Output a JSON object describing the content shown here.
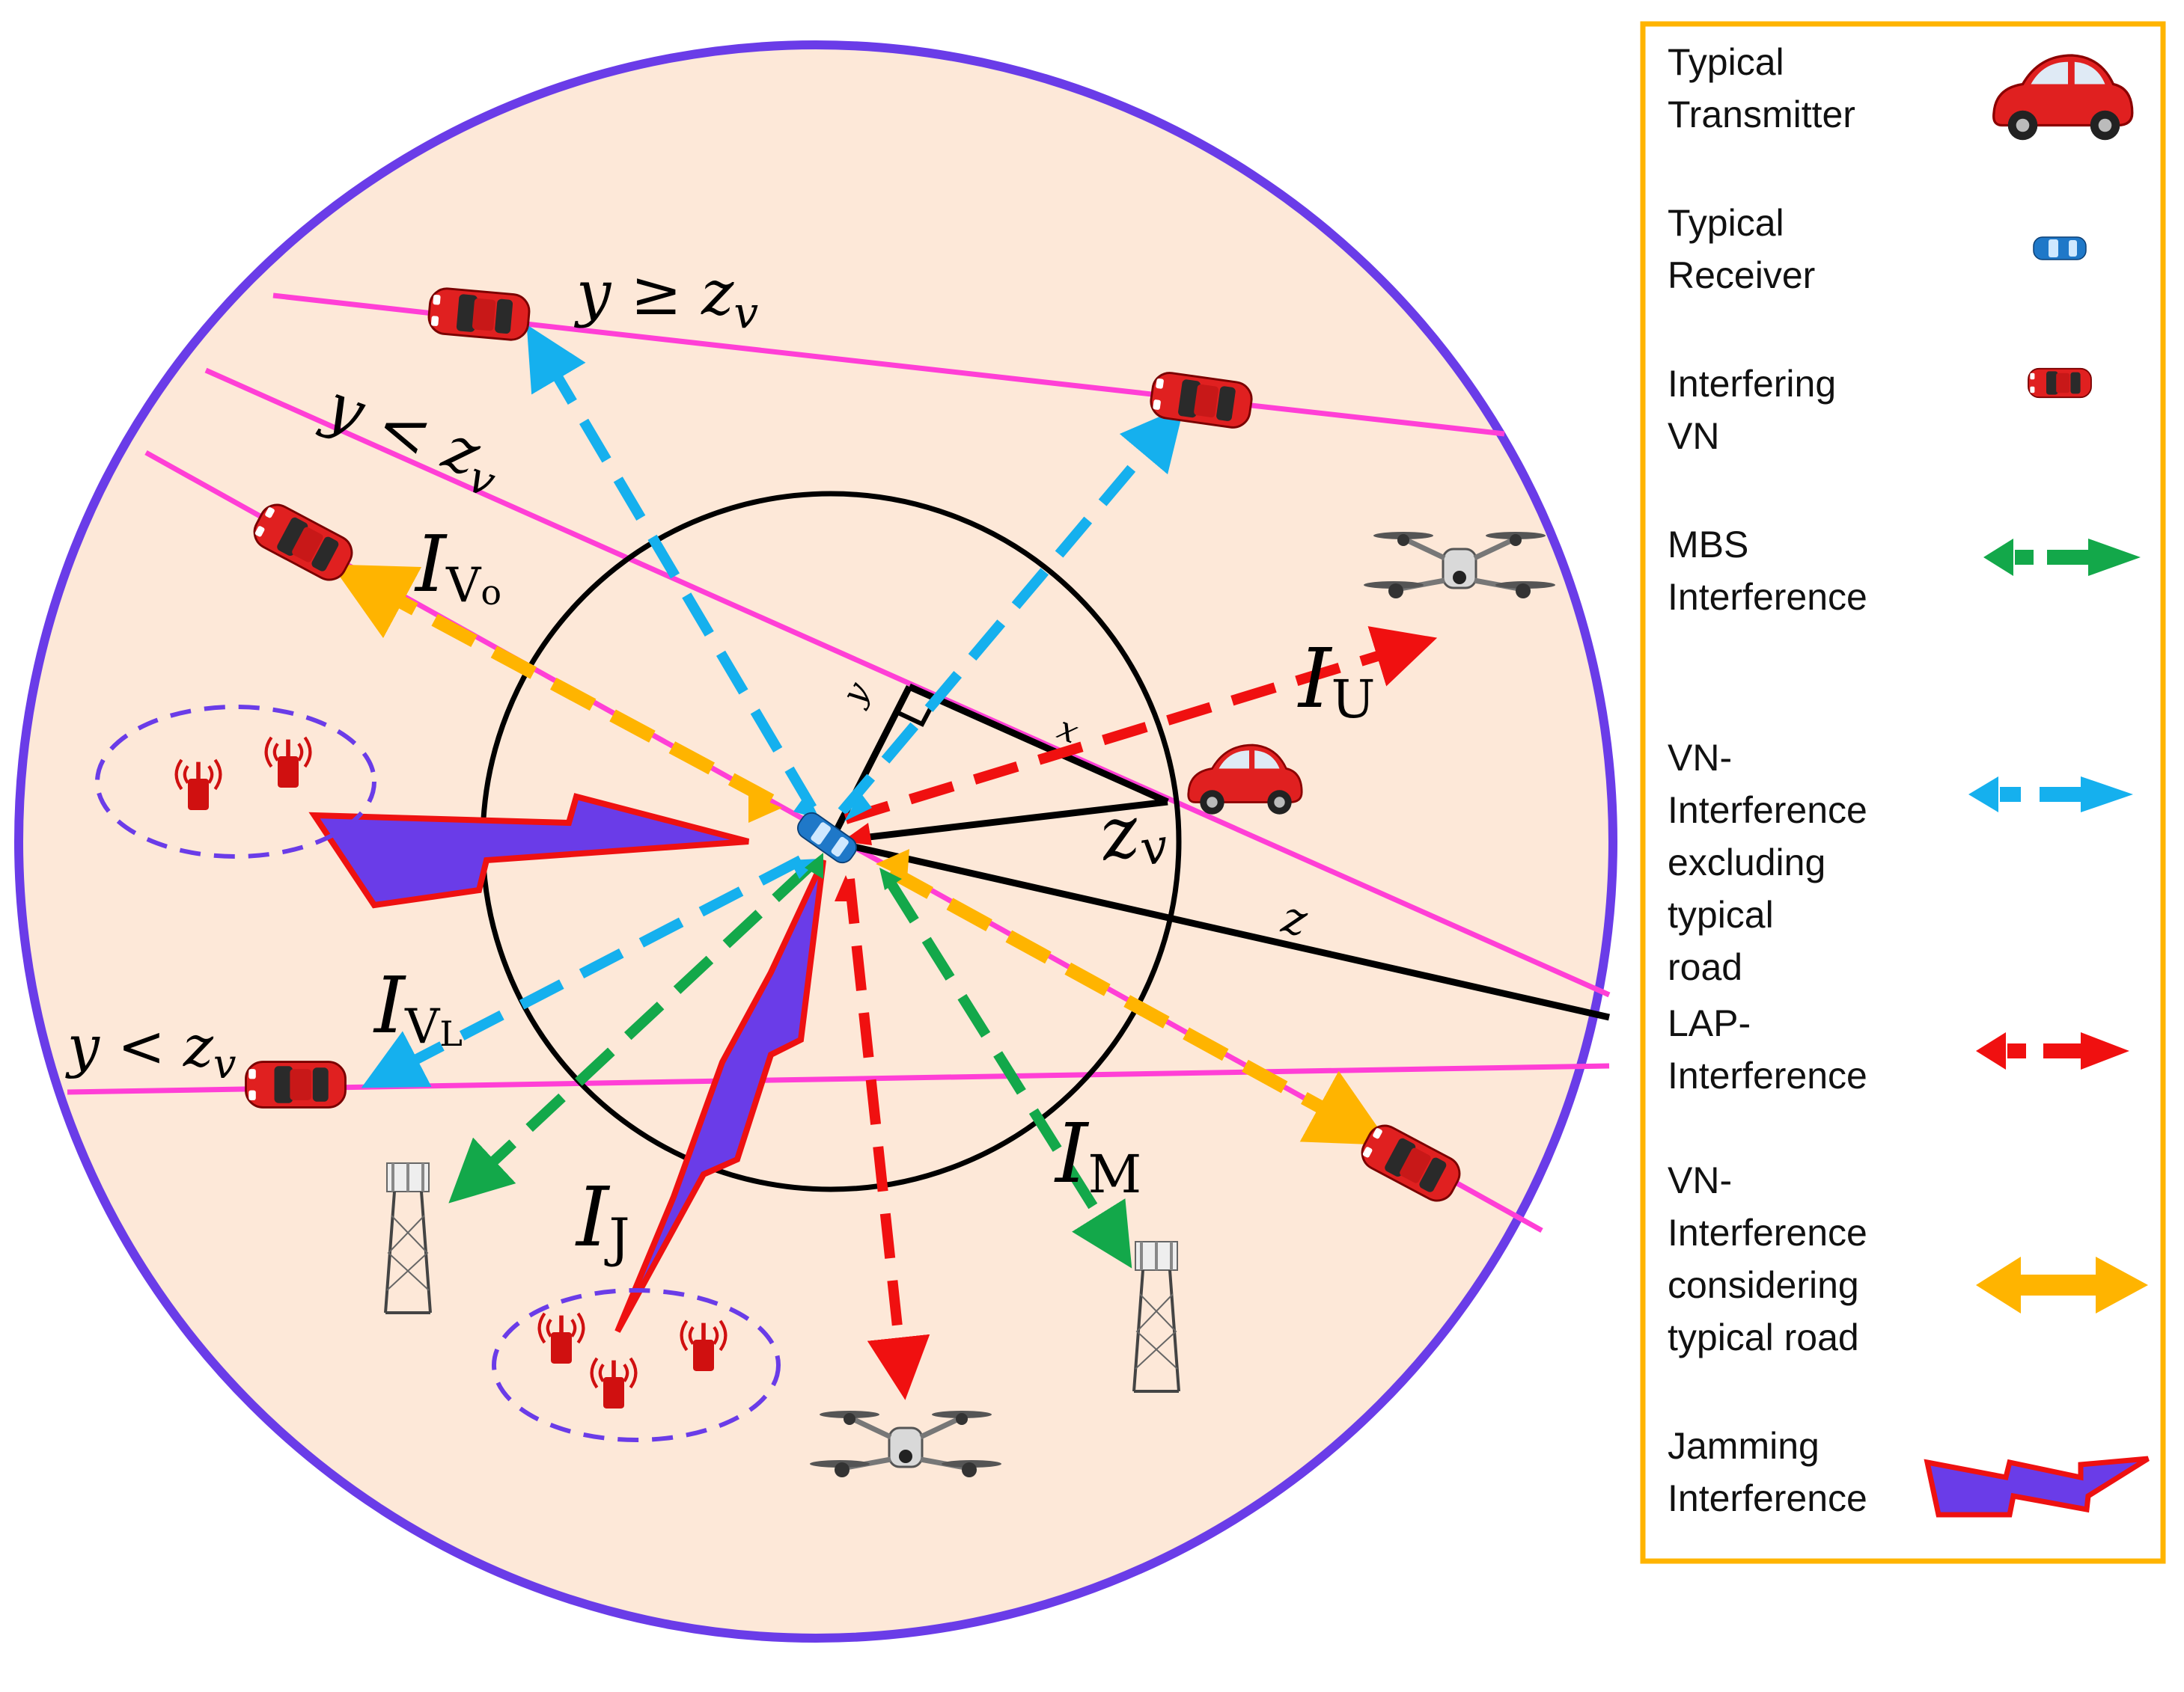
{
  "labels": {
    "road_top": "y ≥ z",
    "road_top_sub": "v",
    "road_second": "y < z",
    "road_second_sub": "v",
    "road_bottom": "y < z",
    "road_bottom_sub": "v",
    "i_vo": "I",
    "i_vo_sub": "V",
    "i_vo_subsub": "o",
    "i_vl": "I",
    "i_vl_sub": "V",
    "i_vl_subsub": "L",
    "i_u": "I",
    "i_u_sub": "U",
    "i_j": "I",
    "i_j_sub": "J",
    "i_m": "I",
    "i_m_sub": "M",
    "y": "y",
    "x": "x",
    "z_v": "z",
    "z_v_sub": "v",
    "z": "z"
  },
  "legend": {
    "items": [
      {
        "line1": "Typical",
        "line2": "Transmitter",
        "icon": "red-car-icon"
      },
      {
        "line1": "Typical",
        "line2": "Receiver",
        "icon": "blue-car-icon"
      },
      {
        "line1": "Interfering",
        "line2": "VN",
        "icon": "red-car-top-icon"
      },
      {
        "line1": "MBS",
        "line2": "Interference",
        "icon": "green-double-arrow-icon"
      },
      {
        "line1": "VN-",
        "line2": "Interference",
        "line3": "excluding",
        "line4": "typical",
        "line5": "road",
        "icon": "blue-double-arrow-icon"
      },
      {
        "line1": "LAP-",
        "line2": "Interference",
        "icon": "red-double-arrow-icon"
      },
      {
        "line1": "VN-",
        "line2": "Interference",
        "line3": "considering",
        "line4": "typical road",
        "icon": "yellow-double-arrow-icon"
      },
      {
        "line1": "Jamming",
        "line2": "Interference",
        "icon": "jamming-bolt-icon"
      }
    ]
  },
  "colors": {
    "background_disk": "#fde8d8",
    "outer_ring": "#6a3ce8",
    "road": "#ff3fd6",
    "mbs": "#13a84a",
    "vn_excluding": "#15b0ee",
    "lap": "#f01010",
    "vn_considering": "#ffb400",
    "jamming_fill": "#6a3ce8",
    "jamming_edge": "#ee1111",
    "legend_border": "#ffb400"
  }
}
